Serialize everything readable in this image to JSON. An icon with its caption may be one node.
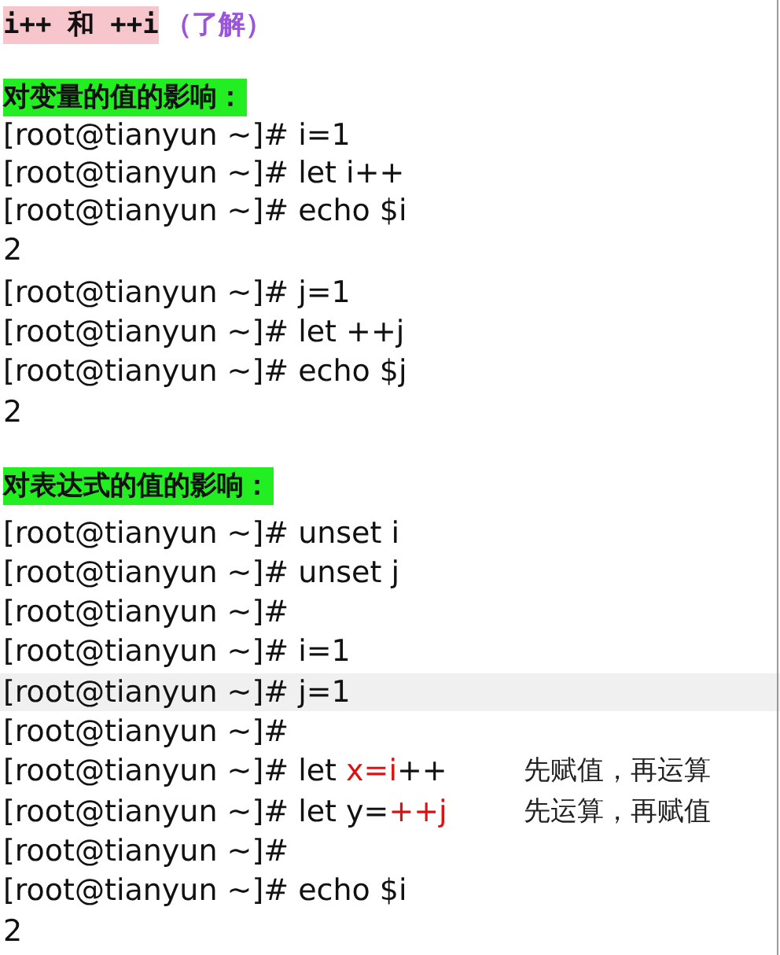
{
  "diagram": {
    "title": "i++ 和 ++i",
    "labels": [
      "（了解）",
      "对变量的值的影响：",
      "[root@tianyun ~]# i=1",
      "[root@tianyun ~]# let i++",
      "[root@tianyun ~]# echo $i",
      "2",
      "[root@tianyun ~]# j=1",
      "[root@tianyun ~]# let ++j",
      "[root@tianyun ~]# echo $j",
      "2",
      "对表达式的值的影响：",
      "[root@tianyun ~]# unset i",
      "[root@tianyun ~]# unset j",
      "[root@tianyun ~]#",
      "[root@tianyun ~]# i=1",
      "[root@tianyun ~]# j=1",
      "[root@tianyun ~]#",
      "[root@tianyun ~]# let x=i++",
      "先赋值，再运算",
      "[root@tianyun ~]# let y=++j",
      "先运算，再赋值",
      "[root@tianyun ~]#",
      "[root@tianyun ~]# echo $i",
      "2"
    ]
  }
}
